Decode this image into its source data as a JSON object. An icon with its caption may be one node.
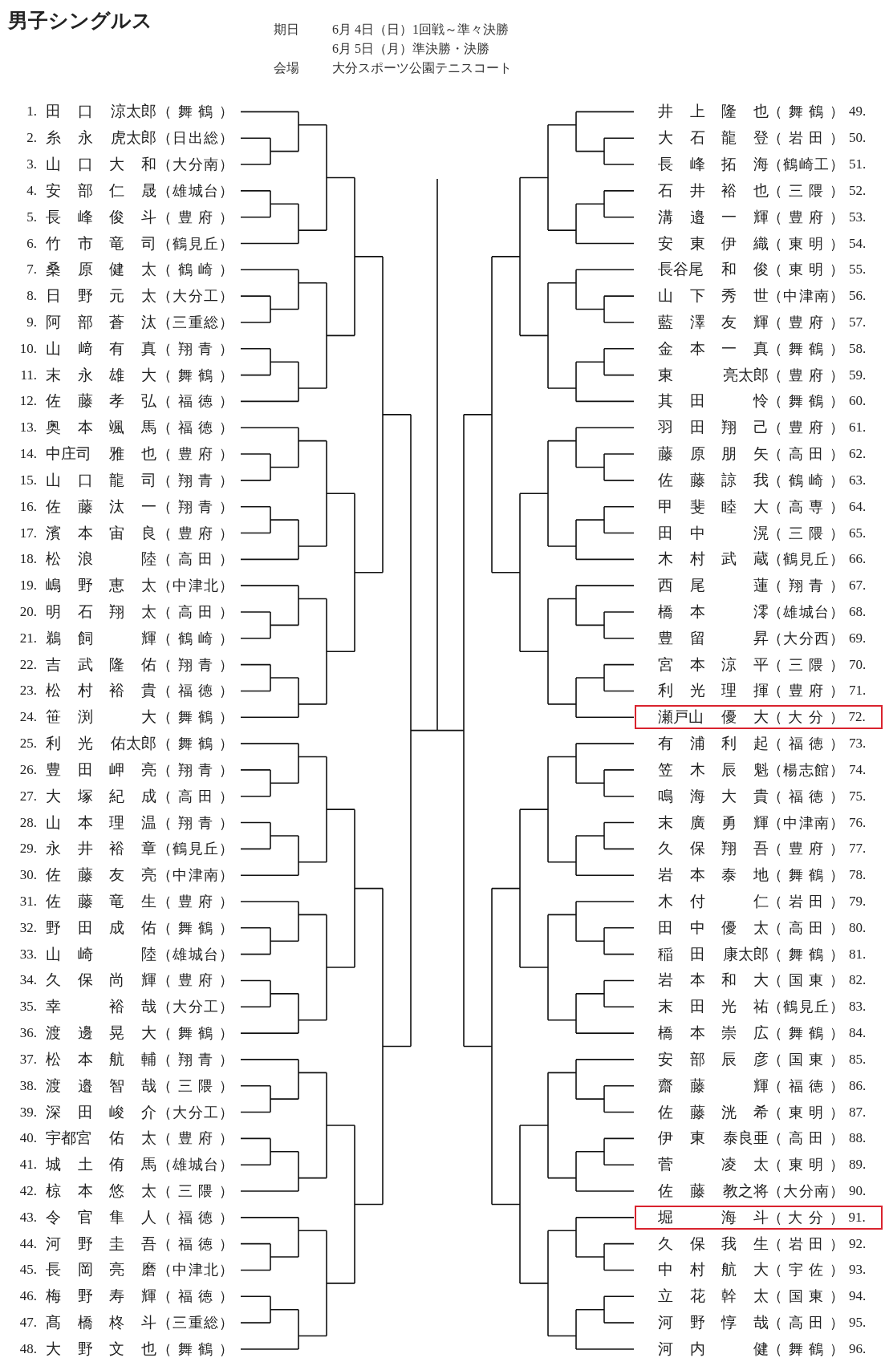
{
  "diagram": {
    "title": "男子シングルス",
    "nodes": [
      {
        "text": [
          "1.",
          "田口",
          "涼太郎",
          "（舞鶴）"
        ]
      },
      {
        "text": [
          "2.",
          "糸永",
          "虎太郎",
          "（日出総）"
        ]
      },
      {
        "text": [
          "3.",
          "山口",
          "大和",
          "（大分南）"
        ]
      },
      {
        "text": [
          "4.",
          "安部",
          "仁晟",
          "（雄城台）"
        ]
      },
      {
        "text": [
          "5.",
          "長峰",
          "俊斗",
          "（豊府）"
        ]
      },
      {
        "text": [
          "6.",
          "竹市",
          "竜司",
          "（鶴見丘）"
        ]
      },
      {
        "text": [
          "7.",
          "桑原",
          "健太",
          "（鶴崎）"
        ]
      },
      {
        "text": [
          "8.",
          "日野",
          "元太",
          "（大分工）"
        ]
      },
      {
        "text": [
          "9.",
          "阿部",
          "蒼汰",
          "（三重総）"
        ]
      },
      {
        "text": [
          "10.",
          "山﨑",
          "有真",
          "（翔青）"
        ]
      },
      {
        "text": [
          "11.",
          "末永",
          "雄大",
          "（舞鶴）"
        ]
      },
      {
        "text": [
          "12.",
          "佐藤",
          "孝弘",
          "（福徳）"
        ]
      },
      {
        "text": [
          "13.",
          "奥本",
          "颯馬",
          "（福徳）"
        ]
      },
      {
        "text": [
          "14.",
          "中庄司",
          "雅也",
          "（豊府）"
        ]
      },
      {
        "text": [
          "15.",
          "山口",
          "龍司",
          "（翔青）"
        ]
      },
      {
        "text": [
          "16.",
          "佐藤",
          "汰一",
          "（翔青）"
        ]
      },
      {
        "text": [
          "17.",
          "濱本",
          "宙良",
          "（豊府）"
        ]
      },
      {
        "text": [
          "18.",
          "松浪",
          "陸",
          "（高田）"
        ]
      },
      {
        "text": [
          "19.",
          "嶋野",
          "恵太",
          "（中津北）"
        ]
      },
      {
        "text": [
          "20.",
          "明石",
          "翔太",
          "（高田）"
        ]
      },
      {
        "text": [
          "21.",
          "鵜飼",
          "輝",
          "（鶴崎）"
        ]
      },
      {
        "text": [
          "22.",
          "吉武",
          "隆佑",
          "（翔青）"
        ]
      },
      {
        "text": [
          "23.",
          "松村",
          "裕貴",
          "（福徳）"
        ]
      },
      {
        "text": [
          "24.",
          "笹渕",
          "大",
          "（舞鶴）"
        ]
      },
      {
        "text": [
          "25.",
          "利光",
          "佑太郎",
          "（舞鶴）"
        ]
      },
      {
        "text": [
          "26.",
          "豊田",
          "岬亮",
          "（翔青）"
        ]
      },
      {
        "text": [
          "27.",
          "大塚",
          "紀成",
          "（高田）"
        ]
      },
      {
        "text": [
          "28.",
          "山本",
          "理温",
          "（翔青）"
        ]
      },
      {
        "text": [
          "29.",
          "永井",
          "裕章",
          "（鶴見丘）"
        ]
      },
      {
        "text": [
          "30.",
          "佐藤",
          "友亮",
          "（中津南）"
        ]
      },
      {
        "text": [
          "31.",
          "佐藤",
          "竜生",
          "（豊府）"
        ]
      },
      {
        "text": [
          "32.",
          "野田",
          "成佑",
          "（舞鶴）"
        ]
      },
      {
        "text": [
          "33.",
          "山崎",
          "陸",
          "（雄城台）"
        ]
      },
      {
        "text": [
          "34.",
          "久保",
          "尚輝",
          "（豊府）"
        ]
      },
      {
        "text": [
          "35.",
          "幸",
          "裕哉",
          "（大分工）"
        ]
      },
      {
        "text": [
          "36.",
          "渡邊",
          "晃大",
          "（舞鶴）"
        ]
      },
      {
        "text": [
          "37.",
          "松本",
          "航輔",
          "（翔青）"
        ]
      },
      {
        "text": [
          "38.",
          "渡邉",
          "智哉",
          "（三隈）"
        ]
      },
      {
        "text": [
          "39.",
          "深田",
          "峻介",
          "（大分工）"
        ]
      },
      {
        "text": [
          "40.",
          "宇都宮",
          "佑太",
          "（豊府）"
        ]
      },
      {
        "text": [
          "41.",
          "城土",
          "侑馬",
          "（雄城台）"
        ]
      },
      {
        "text": [
          "42.",
          "椋本",
          "悠太",
          "（三隈）"
        ]
      },
      {
        "text": [
          "43.",
          "令官",
          "隼人",
          "（福徳）"
        ]
      },
      {
        "text": [
          "44.",
          "河野",
          "圭吾",
          "（福徳）"
        ]
      },
      {
        "text": [
          "45.",
          "長岡",
          "亮磨",
          "（中津北）"
        ]
      },
      {
        "text": [
          "46.",
          "梅野",
          "寿輝",
          "（福徳）"
        ]
      },
      {
        "text": [
          "47.",
          "髙橋",
          "柊斗",
          "（三重総）"
        ]
      },
      {
        "text": [
          "48.",
          "大野",
          "文也",
          "（舞鶴）"
        ]
      },
      {
        "text": [
          "井上",
          "隆也",
          "（舞鶴）",
          "49."
        ]
      },
      {
        "text": [
          "大石",
          "龍登",
          "（岩田）",
          "50."
        ]
      },
      {
        "text": [
          "長峰",
          "拓海",
          "（鶴崎工）",
          "51."
        ]
      },
      {
        "text": [
          "石井",
          "裕也",
          "（三隈）",
          "52."
        ]
      },
      {
        "text": [
          "溝邉",
          "一輝",
          "（豊府）",
          "53."
        ]
      },
      {
        "text": [
          "安東",
          "伊織",
          "（東明）",
          "54."
        ]
      },
      {
        "text": [
          "長谷尾",
          "和俊",
          "（東明）",
          "55."
        ]
      },
      {
        "text": [
          "山下",
          "秀世",
          "（中津南）",
          "56."
        ]
      },
      {
        "text": [
          "藍澤",
          "友輝",
          "（豊府）",
          "57."
        ]
      },
      {
        "text": [
          "金本",
          "一真",
          "（舞鶴）",
          "58."
        ]
      },
      {
        "text": [
          "東",
          "亮太郎",
          "（豊府）",
          "59."
        ]
      },
      {
        "text": [
          "其田",
          "怜",
          "（舞鶴）",
          "60."
        ]
      },
      {
        "text": [
          "羽田",
          "翔己",
          "（豊府）",
          "61."
        ]
      },
      {
        "text": [
          "藤原",
          "朋矢",
          "（高田）",
          "62."
        ]
      },
      {
        "text": [
          "佐藤",
          "諒我",
          "（鶴崎）",
          "63."
        ]
      },
      {
        "text": [
          "甲斐",
          "睦大",
          "（高専）",
          "64."
        ]
      },
      {
        "text": [
          "田中",
          "滉",
          "（三隈）",
          "65."
        ]
      },
      {
        "text": [
          "木村",
          "武蔵",
          "（鶴見丘）",
          "66."
        ]
      },
      {
        "text": [
          "西尾",
          "蓮",
          "（翔青）",
          "67."
        ]
      },
      {
        "text": [
          "橋本",
          "澪",
          "（雄城台）",
          "68."
        ]
      },
      {
        "text": [
          "豊留",
          "昇",
          "（大分西）",
          "69."
        ]
      },
      {
        "text": [
          "宮本",
          "涼平",
          "（三隈）",
          "70."
        ]
      },
      {
        "text": [
          "利光",
          "理揮",
          "（豊府）",
          "71."
        ]
      },
      {
        "text": [
          "瀬戸山",
          "優大",
          "（大分）",
          "72."
        ]
      },
      {
        "text": [
          "有浦",
          "利起",
          "（福徳）",
          "73."
        ]
      },
      {
        "text": [
          "笠木",
          "辰魁",
          "（楊志館）",
          "74."
        ]
      },
      {
        "text": [
          "鳴海",
          "大貴",
          "（福徳）",
          "75."
        ]
      },
      {
        "text": [
          "末廣",
          "勇輝",
          "（中津南）",
          "76."
        ]
      },
      {
        "text": [
          "久保",
          "翔吾",
          "（豊府）",
          "77."
        ]
      },
      {
        "text": [
          "岩本",
          "泰地",
          "（舞鶴）",
          "78."
        ]
      },
      {
        "text": [
          "木付",
          "仁",
          "（岩田）",
          "79."
        ]
      },
      {
        "text": [
          "田中",
          "優太",
          "（高田）",
          "80."
        ]
      },
      {
        "text": [
          "稲田",
          "康太郎",
          "（舞鶴）",
          "81."
        ]
      },
      {
        "text": [
          "岩本",
          "和大",
          "（国東）",
          "82."
        ]
      },
      {
        "text": [
          "末田",
          "光祐",
          "（鶴見丘）",
          "83."
        ]
      },
      {
        "text": [
          "橋本",
          "崇広",
          "（舞鶴）",
          "84."
        ]
      },
      {
        "text": [
          "安部",
          "辰彦",
          "（国東）",
          "85."
        ]
      },
      {
        "text": [
          "齋藤",
          "輝",
          "（福徳）",
          "86."
        ]
      },
      {
        "text": [
          "佐藤",
          "洸希",
          "（東明）",
          "87."
        ]
      },
      {
        "text": [
          "伊東",
          "泰良亜",
          "（高田）",
          "88."
        ]
      },
      {
        "text": [
          "菅",
          "凌太",
          "（東明）",
          "89."
        ]
      },
      {
        "text": [
          "佐藤",
          "教之将",
          "（大分南）",
          "90."
        ]
      },
      {
        "text": [
          "堀",
          "海斗",
          "（大分）",
          "91."
        ]
      },
      {
        "text": [
          "久保",
          "我生",
          "（岩田）",
          "92."
        ]
      },
      {
        "text": [
          "中村",
          "航大",
          "（宇佐）",
          "93."
        ]
      },
      {
        "text": [
          "立花",
          "幹太",
          "（国東）",
          "94."
        ]
      },
      {
        "text": [
          "河野",
          "惇哉",
          "（高田）",
          "95."
        ]
      },
      {
        "text": [
          "河内",
          "健",
          "（舞鶴）",
          "96."
        ]
      }
    ],
    "labels": [
      "期日",
      "6月 4日（日）1回戦～準々決勝",
      "6月 5日（月）準決勝・決勝",
      "会場",
      "大分スポーツ公園テニスコート"
    ]
  }
}
